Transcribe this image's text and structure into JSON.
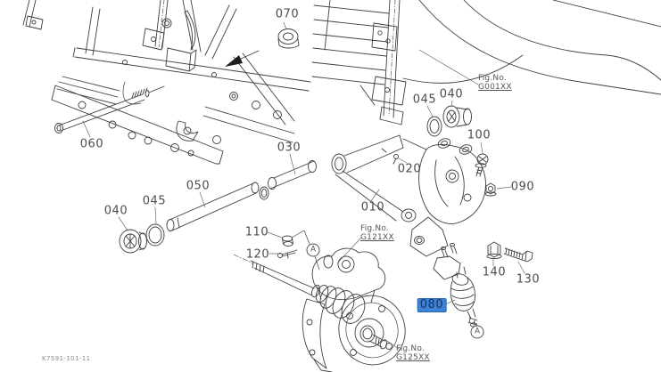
{
  "diagram": {
    "catalog_code": "K7591-101-11",
    "callouts": [
      {
        "label": "010",
        "highlighted": false
      },
      {
        "label": "020",
        "highlighted": false
      },
      {
        "label": "030",
        "highlighted": false
      },
      {
        "label": "040",
        "highlighted": false
      },
      {
        "label": "040",
        "highlighted": false
      },
      {
        "label": "045",
        "highlighted": false
      },
      {
        "label": "045",
        "highlighted": false
      },
      {
        "label": "050",
        "highlighted": false
      },
      {
        "label": "060",
        "highlighted": false
      },
      {
        "label": "070",
        "highlighted": false
      },
      {
        "label": "080",
        "highlighted": true
      },
      {
        "label": "090",
        "highlighted": false
      },
      {
        "label": "100",
        "highlighted": false
      },
      {
        "label": "110",
        "highlighted": false
      },
      {
        "label": "120",
        "highlighted": false
      },
      {
        "label": "130",
        "highlighted": false
      },
      {
        "label": "140",
        "highlighted": false
      }
    ],
    "fig_refs": [
      {
        "title": "Fig.No.",
        "code": "G001XX"
      },
      {
        "title": "Fig.No.",
        "code": "G121XX"
      },
      {
        "title": "Fig.No.",
        "code": "G125XX"
      }
    ],
    "view_markers": [
      {
        "label": "A"
      },
      {
        "label": "A"
      }
    ],
    "colors": {
      "highlight_bg": "#3d84d8",
      "highlight_text": "#14315c",
      "line": "#3f3f3f",
      "label": "#4c4c4c"
    }
  }
}
